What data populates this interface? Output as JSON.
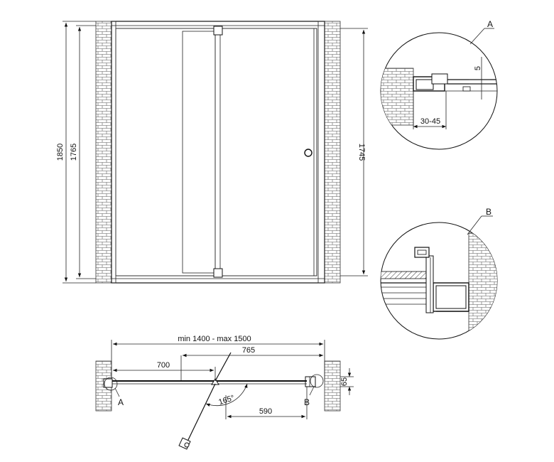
{
  "front_view": {
    "dim_total_height": "1850",
    "dim_opening_height": "1765",
    "dim_door_height": "1745"
  },
  "detail_a": {
    "label": "A",
    "dim_gap": "5",
    "dim_adjust": "30-45"
  },
  "detail_b": {
    "label": "B"
  },
  "plan_view": {
    "dim_width": "min 1400 - max 1500",
    "dim_door": "765",
    "dim_fixed": "700",
    "dim_opening": "590",
    "dim_depth": "65",
    "angle": "165°",
    "label_a": "A",
    "label_b": "B"
  }
}
